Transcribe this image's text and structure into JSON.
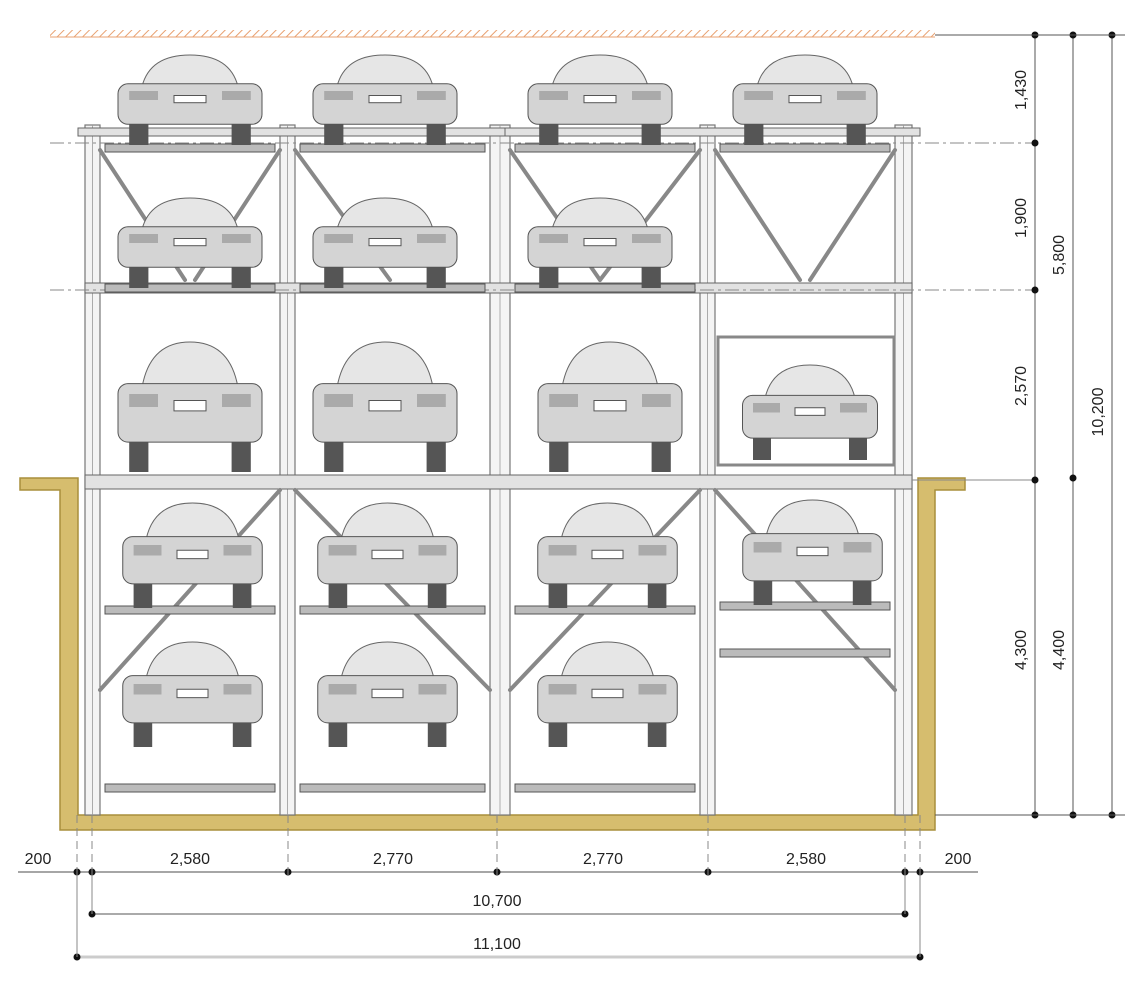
{
  "colors": {
    "pit": "#d6bd6e",
    "pit_edge": "#a88f3c",
    "structure": "#8a8a8a",
    "car": "#c9c9c9",
    "ceiling": "#e8a070"
  },
  "dimensions": {
    "vertical": {
      "top_level": "1,430",
      "second_level": "1,900",
      "ground_level": "2,570",
      "pit_depth": "4,300",
      "above_ground_total": "5,800",
      "pit_total": "4,400",
      "overall_height": "10,200"
    },
    "horizontal": {
      "left_margin": "200",
      "bay_1": "2,580",
      "bay_2": "2,770",
      "bay_3": "2,770",
      "bay_4": "2,580",
      "right_margin": "200",
      "inner_width": "10,700",
      "overall_width": "11,100"
    }
  }
}
